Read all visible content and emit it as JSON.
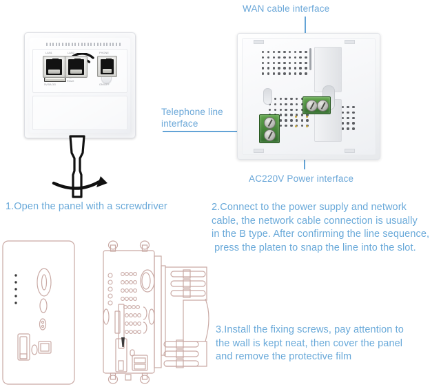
{
  "document": {
    "kind": "product-installation-infographic",
    "background_color": "#ffffff",
    "annotation_color": "#6aa7d8",
    "step_text_color": "#69a9d9"
  },
  "annotations": {
    "wan": "WAN cable interface",
    "telephone_line_1": "Telephone line",
    "telephone_line_2": "interface",
    "power": "AC220V Power interface"
  },
  "steps": [
    {
      "number": "1",
      "lines": [
        "1.Open the panel with a screwdriver"
      ]
    },
    {
      "number": "2",
      "lines": [
        "2.Connect to the power supply and network",
        "cable, the network cable connection is usually",
        "in the B type. After confirming the line sequence,",
        " press the platen to snap the line into the slot."
      ]
    },
    {
      "number": "3",
      "lines": [
        "3.Install the fixing screws, pay attention to",
        "the wall is kept neat, then cover the panel",
        "and remove the protective film"
      ]
    }
  ],
  "front_panel": {
    "usb_label": "5V/5A  3G",
    "reset_label": "Reset",
    "onoff_label": "ON/OFF",
    "port_labels": [
      "LAN1",
      "LAN2",
      "PHONE"
    ],
    "icons": {
      "wifi": "wifi-icon",
      "led": "power-led-indicator",
      "button": "on-off-button"
    }
  },
  "rear_panel": {
    "terminals": [
      {
        "name": "telephone-terminal-block",
        "color": "#3f8a33",
        "screws": 2
      },
      {
        "name": "ac-power-terminal-block",
        "color": "#3f8a33",
        "screws": 2
      }
    ]
  },
  "line_drawings": {
    "stroke_color": "#c9a9a4",
    "items": [
      "panel-faceplate-outline",
      "module-assembly-outline",
      "wall-box-bracket-outline"
    ]
  }
}
